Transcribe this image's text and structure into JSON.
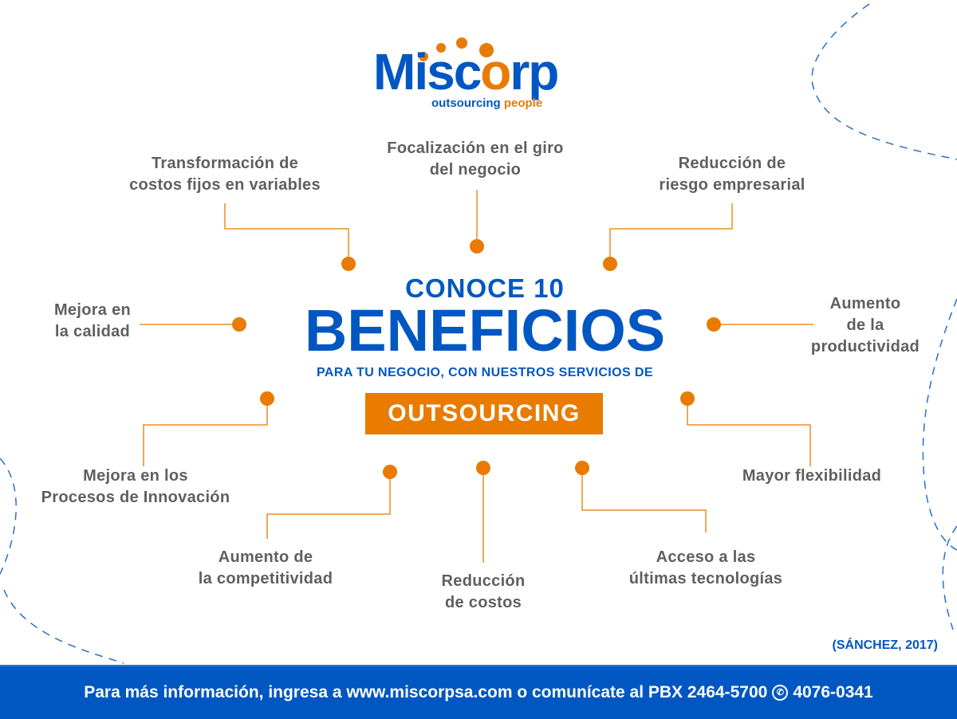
{
  "logo": {
    "word_start": "Misc",
    "word_o": "o",
    "word_end": "rp",
    "tagline_a": "outsourcing",
    "tagline_b": "people"
  },
  "headline": {
    "line1": "CONOCE 10",
    "line2": "BENEFICIOS",
    "line3": "PARA TU NEGOCIO, CON NUESTROS SERVICIOS DE",
    "badge": "OUTSOURCING"
  },
  "benefits": [
    "Transformación de\ncostos fijos en variables",
    "Focalización en el giro\ndel negocio",
    "Reducción de\nriesgo empresarial",
    "Mejora en\nla calidad",
    "Aumento\nde la\nproductividad",
    "Mejora en los\nProcesos de Innovación",
    "Mayor flexibilidad",
    "Aumento de\nla competitividad",
    "Reducción\nde costos",
    "Acceso a las\núltimas tecnologías"
  ],
  "citation": "(SÁNCHEZ, 2017)",
  "footer": {
    "text": "Para más información, ingresa a www.miscorpsa.com o comunícate al PBX 2464-5700",
    "whatsapp_icon": "whatsapp-icon",
    "whatsapp_number": "4076-0341"
  },
  "colors": {
    "blue": "#0057c2",
    "orange": "#e87b00",
    "text": "#5f5f5f"
  }
}
